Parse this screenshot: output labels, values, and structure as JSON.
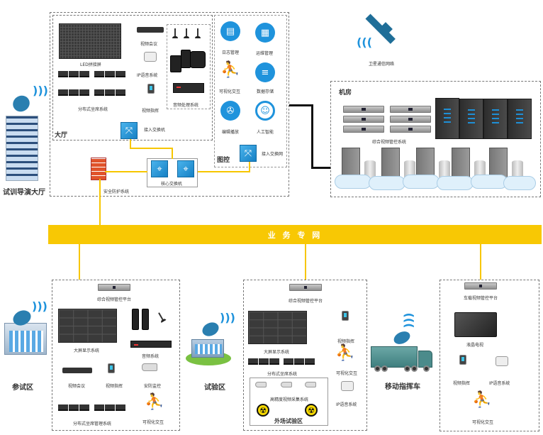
{
  "title": "试训导演大厅网络拓扑",
  "colors": {
    "bus": "#f8c804",
    "accent_blue": "#1f93dc",
    "line_yellow": "#f7c600",
    "line_black": "#111111"
  },
  "bus": {
    "label": "业 务 专 网"
  },
  "hq": {
    "name": "试训导演大厅",
    "hall": {
      "title": "大厅",
      "items": {
        "led": "LED拼接屏",
        "video_conf": "视频会议",
        "ip_voice": "IP语音系统",
        "video_cmd": "视频指挥",
        "seat_sys": "分布式坐席系统",
        "audio_proc": "音频处理系统",
        "access_switch": "接入交换机"
      }
    },
    "control": {
      "title": "图控",
      "items": [
        {
          "icon": "log-icon",
          "label": "日志管理"
        },
        {
          "icon": "ops-icon",
          "label": "运维管理"
        },
        {
          "icon": "person-desk-icon",
          "label": "可视化交互"
        },
        {
          "icon": "database-icon",
          "label": "数据存储"
        },
        {
          "icon": "film-reel-icon",
          "label": "编辑播放"
        },
        {
          "icon": "ai-face-icon",
          "label": "人工智能"
        }
      ],
      "access_switch": "接入交换网"
    },
    "core_switch": "核心交换机",
    "firewall": "安全防护系统"
  },
  "satellite": {
    "label": "卫星通信网络"
  },
  "machine_room": {
    "title": "机房",
    "system": "综合视频管控系统"
  },
  "sites": [
    {
      "name": "参试区",
      "platform": "综合视频管控平台",
      "items": [
        "大屏显示系统",
        "音频系统",
        "视频会议",
        "视频指挥",
        "安防监控",
        "分布式坐席管理系统",
        "可视化交互"
      ]
    },
    {
      "name": "试验区",
      "platform": "综合视频管控平台",
      "items": [
        "大屏显示系统",
        "视频指挥",
        "分布式坐席系统",
        "可视化交互",
        "IP语音系统"
      ],
      "field": {
        "title": "外场试验区",
        "camera_sys": "高精度视频采集系统"
      }
    },
    {
      "name": "移动指挥车",
      "platform": "车载视频管控平台",
      "items": [
        "液晶电视",
        "视频指挥",
        "IP语音系统",
        "可视化交互"
      ]
    }
  ]
}
